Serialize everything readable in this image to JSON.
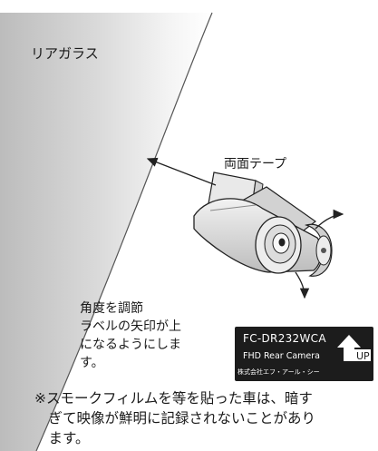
{
  "labels": {
    "rear_glass": "リアガラス",
    "double_sided_tape": "両面テープ",
    "angle_adjust": [
      "角度を調節",
      "ラベルの矢印が上",
      "になるようにしま",
      "す。"
    ]
  },
  "camera_label": {
    "model": "FC-DR232WCA",
    "product": "FHD Rear Camera",
    "maker": "株式会社エフ・アール・シー",
    "up_text": "UP",
    "up_icon": "up-arrow-icon"
  },
  "note": [
    "※スモークフィルムを等を貼った車は、暗す",
    "　ぎて映像が鮮明に記録されないことがあり",
    "　ます。"
  ],
  "colors": {
    "label_bg": "#1c1c1c",
    "text": "#1a1a1a"
  }
}
